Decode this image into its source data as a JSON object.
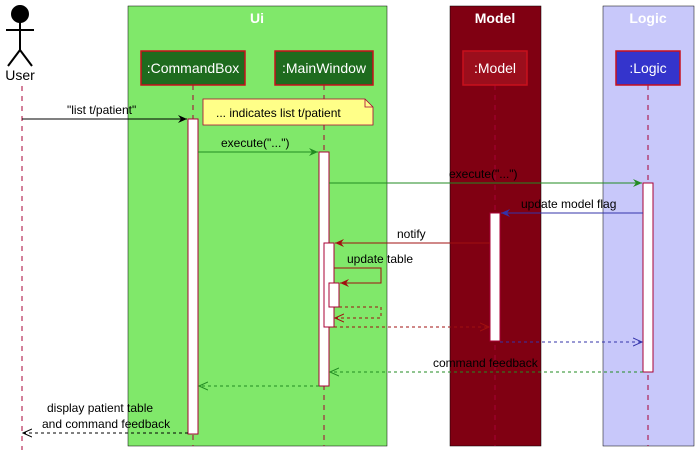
{
  "actor": {
    "label": "User"
  },
  "boxes": {
    "ui": {
      "title": "Ui",
      "color": "#80E86A",
      "title_color": "#FFFFFF"
    },
    "model": {
      "title": "Model",
      "color": "#800012",
      "title_color": "#FFFFFF"
    },
    "logic": {
      "title": "Logic",
      "color": "#C8C8FA",
      "title_color": "#FFFFFF"
    }
  },
  "participants": {
    "commandbox": {
      "label": ":CommandBox",
      "fill": "#1E6B1E",
      "border": "#C8101C",
      "text_color": "#FFFFFF"
    },
    "mainwindow": {
      "label": ":MainWindow",
      "fill": "#1E6B1E",
      "border": "#C8101C",
      "text_color": "#FFFFFF"
    },
    "model": {
      "label": ":Model",
      "fill": "#9B0E1C",
      "border": "#C8101C",
      "text_color": "#FFFFFF"
    },
    "logic": {
      "label": ":Logic",
      "fill": "#3434CC",
      "border": "#C8101C",
      "text_color": "#FFFFFF"
    }
  },
  "note": {
    "text": "... indicates list t/patient",
    "fill": "#FFFF88"
  },
  "messages": {
    "list_cmd": "\"list t/patient\"",
    "execute_ui": "execute(\"...\")",
    "execute_logic": "execute(\"...\")",
    "update_flag": "update model flag",
    "notify": "notify",
    "update_table": "update table",
    "command_feedback": "command feedback",
    "display_line1": "display patient table",
    "display_line2": "and command feedback"
  },
  "colors": {
    "lifeline": "#A80036",
    "green_arrow": "#228B22",
    "blue_arrow": "#3333AA",
    "red_arrow": "#A01010",
    "black_arrow": "#000000"
  }
}
